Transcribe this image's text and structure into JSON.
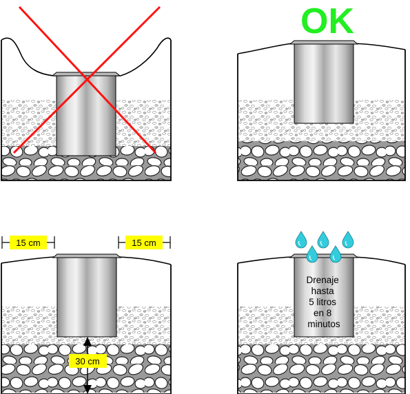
{
  "status_label": "OK",
  "colors": {
    "ok": "#22ee22",
    "cross": "#ff1111",
    "label_bg": "#ffff00",
    "drop": "#33ccdd"
  },
  "panels": [
    {
      "name": "incorrect-installation",
      "status": "wrong"
    },
    {
      "name": "correct-installation",
      "status": "ok"
    },
    {
      "name": "dimensions",
      "status": "info"
    },
    {
      "name": "drainage",
      "status": "info"
    }
  ],
  "dimensions": {
    "side_clearance_left": "15 cm",
    "side_clearance_right": "15 cm",
    "gravel_depth": "30 cm"
  },
  "drainage": {
    "lines": [
      "Drenaje",
      "hasta",
      "5 litros",
      "en 8",
      "minutos"
    ],
    "drop_icon": "water-drop-icon"
  }
}
